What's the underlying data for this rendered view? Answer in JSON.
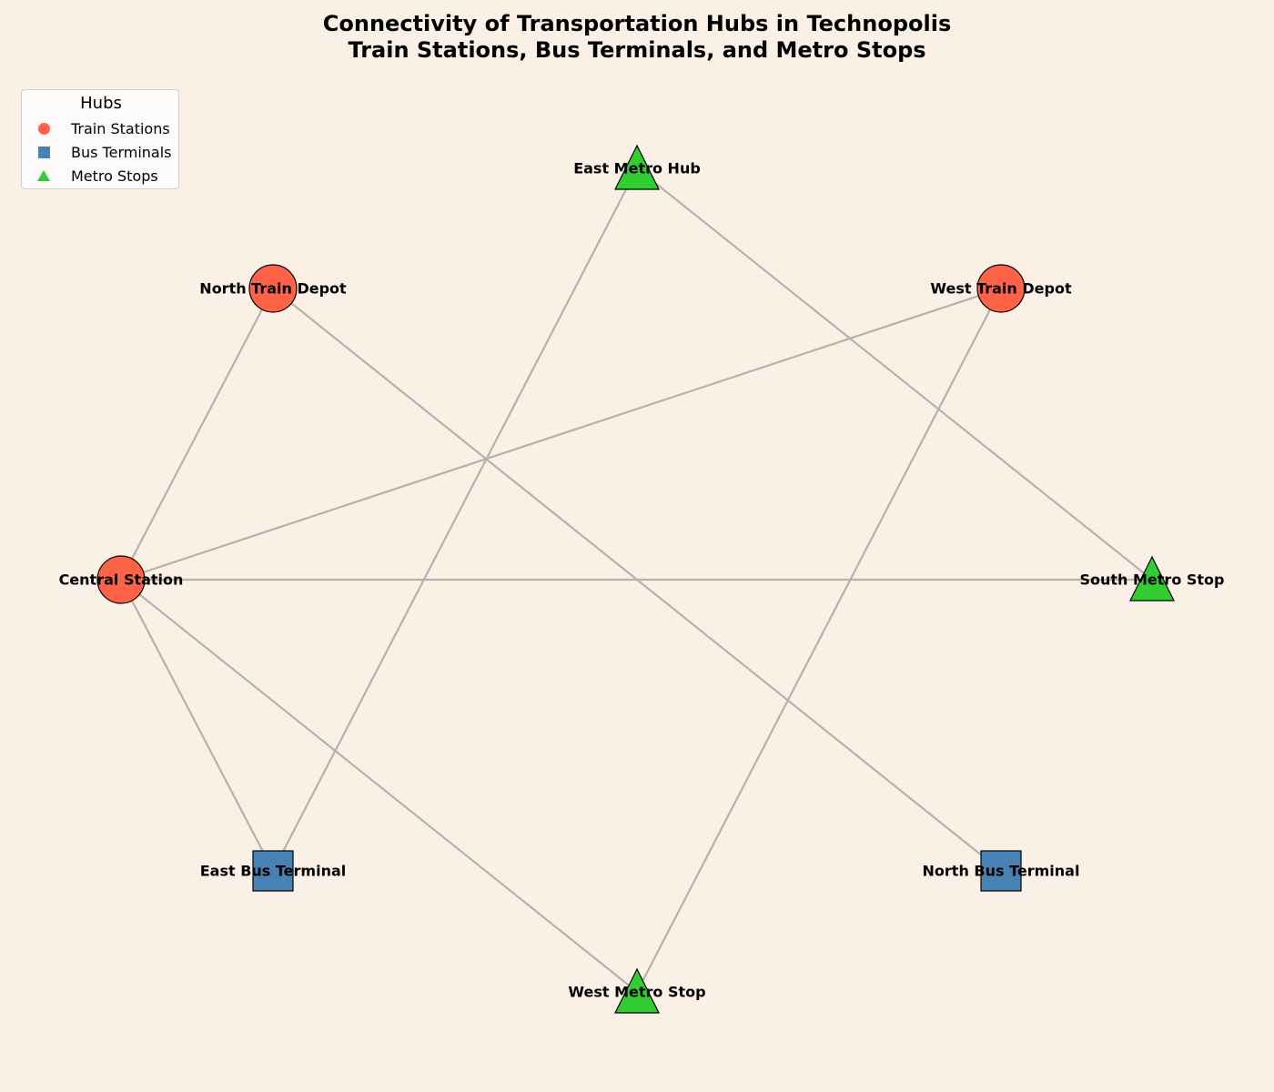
{
  "title": {
    "line1": "Connectivity of Transportation Hubs in Technopolis",
    "line2": "Train Stations, Bus Terminals, and Metro Stops"
  },
  "legend": {
    "title": "Hubs",
    "items": [
      {
        "label": "Train Stations",
        "shape": "circle",
        "color": "#FF6347"
      },
      {
        "label": "Bus Terminals",
        "shape": "square",
        "color": "#4682B4"
      },
      {
        "label": "Metro Stops",
        "shape": "triangle",
        "color": "#32CD32"
      }
    ]
  },
  "colors": {
    "background": "#FAF0E6",
    "edge": "#B8B0AA",
    "node_outline": "#000000"
  },
  "nodes": [
    {
      "id": "central",
      "label": "Central Station",
      "type": "train"
    },
    {
      "id": "north-train",
      "label": "North Train Depot",
      "type": "train"
    },
    {
      "id": "west-train",
      "label": "West Train Depot",
      "type": "train"
    },
    {
      "id": "east-metro",
      "label": "East Metro Hub",
      "type": "metro"
    },
    {
      "id": "south-metro",
      "label": "South Metro Stop",
      "type": "metro"
    },
    {
      "id": "west-metro",
      "label": "West Metro Stop",
      "type": "metro"
    },
    {
      "id": "east-bus",
      "label": "East Bus Terminal",
      "type": "bus"
    },
    {
      "id": "north-bus",
      "label": "North Bus Terminal",
      "type": "bus"
    }
  ],
  "edges": [
    [
      "central",
      "north-train"
    ],
    [
      "central",
      "west-train"
    ],
    [
      "central",
      "south-metro"
    ],
    [
      "central",
      "east-bus"
    ],
    [
      "central",
      "west-metro"
    ],
    [
      "north-train",
      "north-bus"
    ],
    [
      "west-train",
      "west-metro"
    ],
    [
      "east-metro",
      "south-metro"
    ],
    [
      "east-metro",
      "east-bus"
    ]
  ]
}
